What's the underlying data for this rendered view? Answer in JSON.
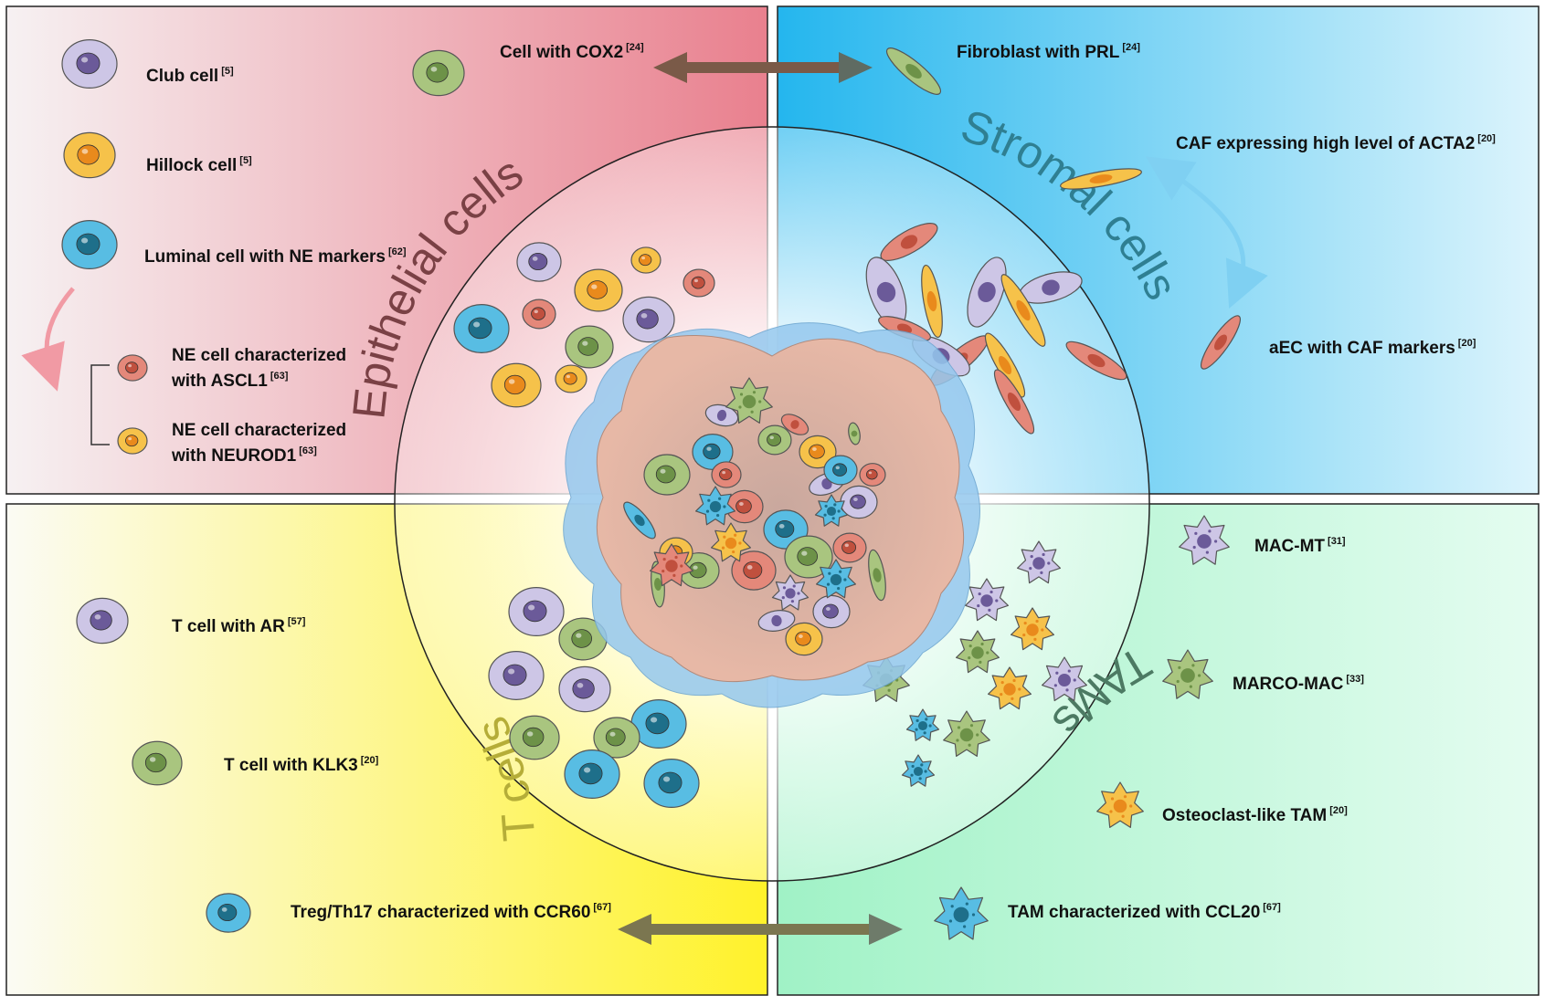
{
  "quadrants": {
    "epithelial": {
      "title": "Epithelial cells",
      "color_from": "#f4f0f0",
      "color_to": "#e8808d"
    },
    "stromal": {
      "title": "Stromal cells",
      "color_from": "#27b9ef",
      "color_to": "#d8f3fc"
    },
    "tcells": {
      "title": "T cells",
      "color_from": "#fafaf0",
      "color_to": "#fff32a"
    },
    "tams": {
      "title": "TAMs",
      "color_from": "#dffbec",
      "color_to": "#9cf2c3"
    }
  },
  "labels": {
    "club": {
      "text": "Club cell",
      "ref": "[5]"
    },
    "hillock": {
      "text": "Hillock cell",
      "ref": "[5]"
    },
    "luminal": {
      "text": "Luminal cell with NE markers",
      "ref": "[62]"
    },
    "ne_ascl1": {
      "line1": "NE cell characterized",
      "line2": " with ASCL1",
      "ref": "[63]"
    },
    "ne_neurod1": {
      "line1": "NE cell characterized",
      "line2": "with NEUROD1",
      "ref": "[63]"
    },
    "cox2": {
      "text": "Cell with COX2",
      "ref": "[24]"
    },
    "prl": {
      "text": "Fibroblast with PRL",
      "ref": "[24]"
    },
    "acta2": {
      "text": "CAF expressing high level of  ACTA2",
      "ref": "[20]"
    },
    "aec": {
      "text": "aEC with CAF markers",
      "ref": "[20]"
    },
    "t_ar": {
      "text": "T cell with AR",
      "ref": "[57]"
    },
    "t_klk3": {
      "text": "T cell with KLK3",
      "ref": "[20]"
    },
    "treg": {
      "text": "Treg/Th17 characterized with CCR60",
      "ref": "[67]"
    },
    "macmt": {
      "text": "MAC-MT",
      "ref": "[31]"
    },
    "marco": {
      "text": "MARCO-MAC",
      "ref": "[33]"
    },
    "osteo": {
      "text": "Osteoclast-like TAM",
      "ref": "[20]"
    },
    "ccl20": {
      "text": "TAM characterized with CCL20",
      "ref": "[67]"
    }
  },
  "colors": {
    "purple_cell": "#cdc6e6",
    "purple_nucleus": "#6b5a99",
    "orange_cell": "#f6c24a",
    "orange_nucleus": "#e98a1c",
    "blue_cell": "#58bde3",
    "blue_nucleus": "#1e6f8a",
    "green_cell": "#a9c57f",
    "green_nucleus": "#6d9248",
    "salmon_cell": "#e4887a",
    "salmon_nucleus": "#c0503e",
    "arrow_brown": "#7a5a48",
    "arrow_olive": "#7a7a55",
    "arrow_pink": "#f19aa4",
    "arrow_lightblue": "#7fd0f2"
  }
}
